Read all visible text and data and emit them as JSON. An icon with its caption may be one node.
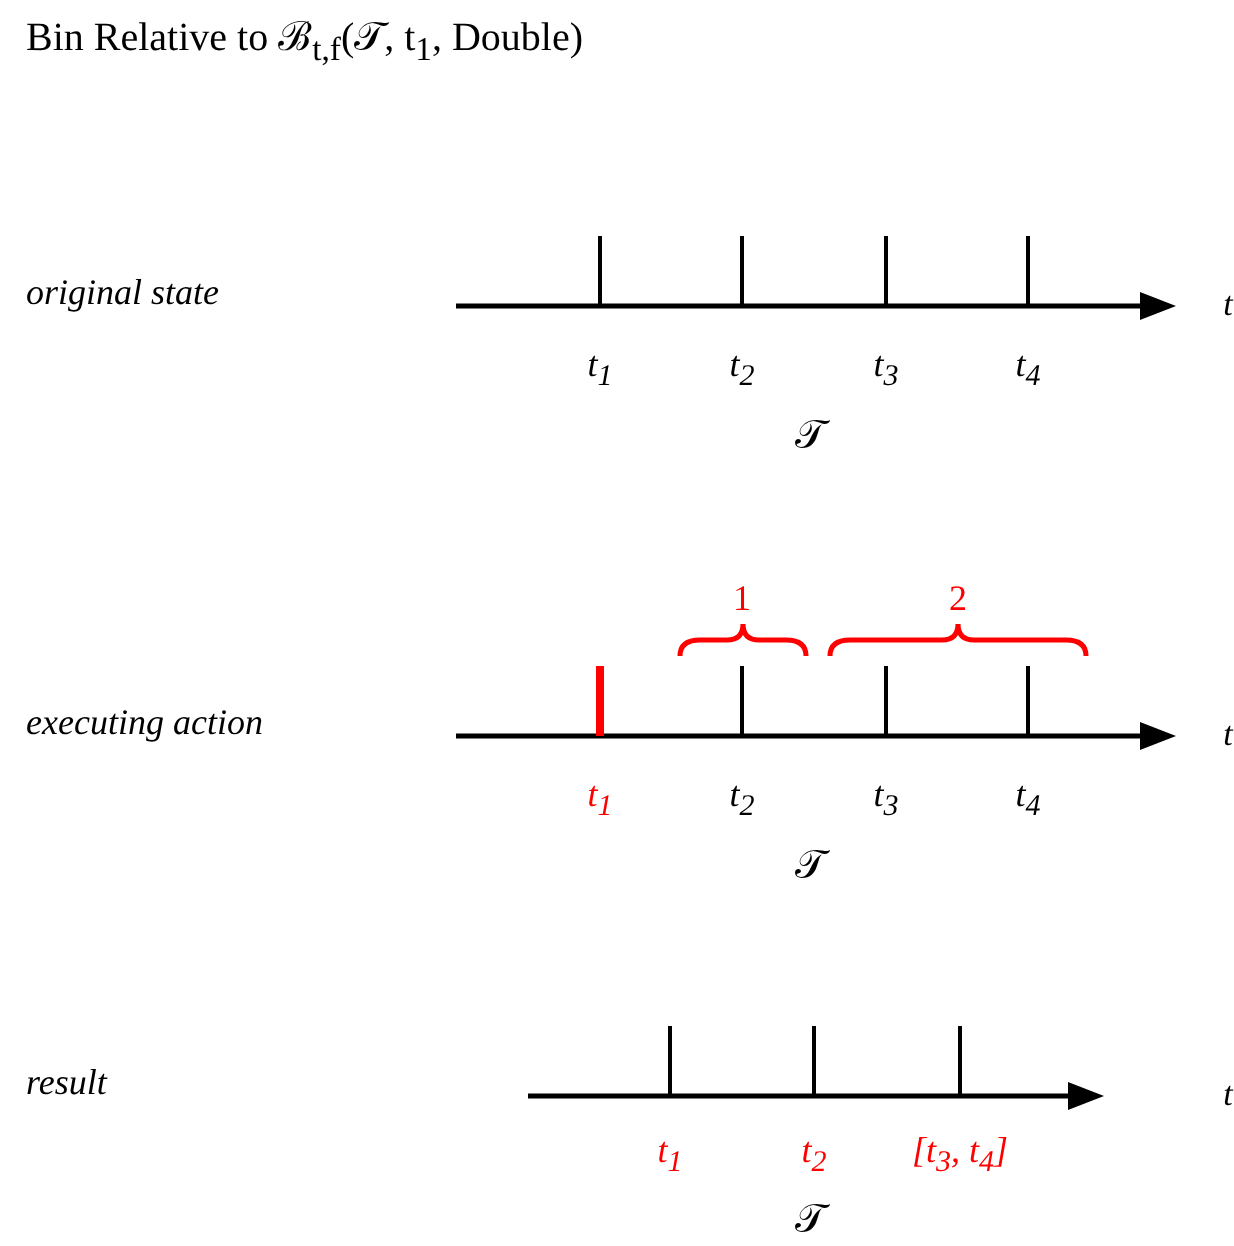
{
  "diagram": {
    "title": "Bin Relative to ℬ$_{t,f}$(𝒯, t$_{1}$, Double)",
    "labels": [
      "original state",
      "t",
      "t$_{1}$",
      "t$_{2}$",
      "t$_{3}$",
      "t$_{4}$",
      "𝒯",
      "1",
      "2",
      "executing action",
      "t",
      "t$_{1}$",
      "t$_{2}$",
      "t$_{3}$",
      "t$_{4}$",
      "𝒯",
      "result",
      "t",
      "t$_{1}$",
      "t$_{2}$",
      "[t$_{3}$, t$_{4}$]",
      "𝒯"
    ]
  }
}
